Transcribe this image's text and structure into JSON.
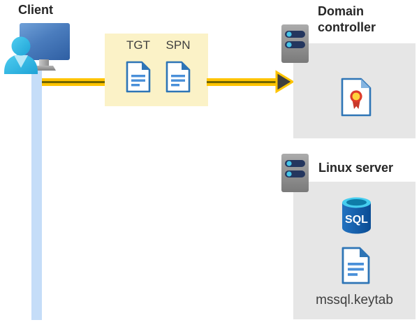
{
  "diagram": {
    "client": {
      "label": "Client"
    },
    "ticket_box": {
      "tgt_label": "TGT",
      "spn_label": "SPN"
    },
    "domain_controller": {
      "label": "Domain controller"
    },
    "linux_server": {
      "label": "Linux server",
      "database_label": "SQL",
      "keytab_label": "mssql.keytab"
    },
    "icons": {
      "client": [
        "monitor-icon",
        "user-icon"
      ],
      "ticket_box": [
        "tgt-document-icon",
        "spn-document-icon"
      ],
      "domain_controller": [
        "server-icon",
        "certificate-icon"
      ],
      "linux_server": [
        "server-icon",
        "sql-database-icon",
        "keytab-document-icon"
      ],
      "flow": [
        "arrow-right-icon"
      ]
    },
    "colors": {
      "arrow_yellow": "#FFC400",
      "arrow_core": "#716600",
      "arrowhead_fill": "#3F3F3F",
      "ticket_box_bg": "#FBF2C7",
      "server_box_bg": "#E6E6E6",
      "lifeline_blue": "#C5DDF8",
      "document_blue": "#2E75B6",
      "monitor_blue": "#3465A8",
      "person_cyan": "#35BDE8",
      "server_bar_navy": "#24365E",
      "server_led_cyan": "#47C6E9",
      "sql_body_blue": "#0D4E96",
      "sql_top_cyan": "#45CDEF",
      "certificate_red": "#DD3B2A",
      "certificate_gold": "#FFD23B",
      "heading_text": "#262626",
      "label_text": "#3F3F3F"
    }
  }
}
